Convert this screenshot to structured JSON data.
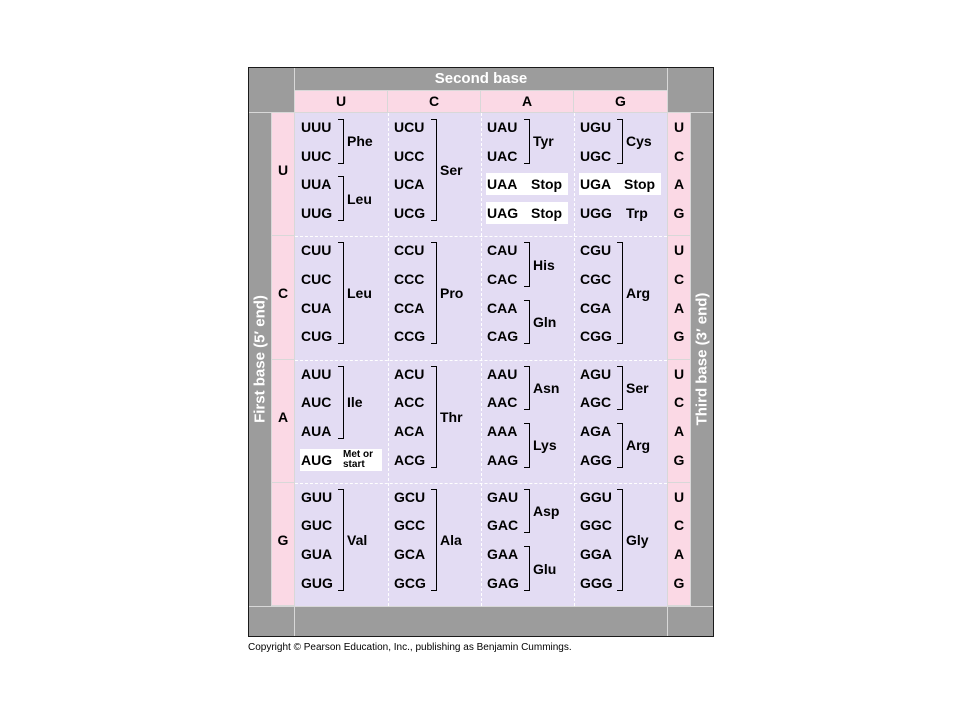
{
  "header": {
    "second_base": "Second base"
  },
  "side": {
    "first_base": "First base  (5′ end)",
    "third_base": "Third base  (3′ end)"
  },
  "columns": [
    "U",
    "C",
    "A",
    "G"
  ],
  "rows": [
    "U",
    "C",
    "A",
    "G"
  ],
  "third_letters": [
    "U",
    "C",
    "A",
    "G"
  ],
  "codons": [
    [
      [
        "UUU",
        "UUC",
        "UUA",
        "UUG"
      ],
      [
        "UCU",
        "UCC",
        "UCA",
        "UCG"
      ],
      [
        "UAU",
        "UAC",
        "UAA",
        "UAG"
      ],
      [
        "UGU",
        "UGC",
        "UGA",
        "UGG"
      ]
    ],
    [
      [
        "CUU",
        "CUC",
        "CUA",
        "CUG"
      ],
      [
        "CCU",
        "CCC",
        "CCA",
        "CCG"
      ],
      [
        "CAU",
        "CAC",
        "CAA",
        "CAG"
      ],
      [
        "CGU",
        "CGC",
        "CGA",
        "CGG"
      ]
    ],
    [
      [
        "AUU",
        "AUC",
        "AUA",
        "AUG"
      ],
      [
        "ACU",
        "ACC",
        "ACA",
        "ACG"
      ],
      [
        "AAU",
        "AAC",
        "AAA",
        "AAG"
      ],
      [
        "AGU",
        "AGC",
        "AGA",
        "AGG"
      ]
    ],
    [
      [
        "GUU",
        "GUC",
        "GUA",
        "GUG"
      ],
      [
        "GCU",
        "GCC",
        "GCA",
        "GCG"
      ],
      [
        "GAU",
        "GAC",
        "GAA",
        "GAG"
      ],
      [
        "GGU",
        "GGC",
        "GGA",
        "GGG"
      ]
    ]
  ],
  "amino_acids": [
    [
      [
        {
          "name": "Phe",
          "start": 0,
          "end": 1
        },
        {
          "name": "Leu",
          "start": 2,
          "end": 3
        }
      ],
      [
        {
          "name": "Ser",
          "start": 0,
          "end": 3
        }
      ],
      [
        {
          "name": "Tyr",
          "start": 0,
          "end": 1
        },
        {
          "name": "Stop",
          "start": 2,
          "end": 2,
          "boxed": true
        },
        {
          "name": "Stop",
          "start": 3,
          "end": 3,
          "boxed": true
        }
      ],
      [
        {
          "name": "Cys",
          "start": 0,
          "end": 1
        },
        {
          "name": "Stop",
          "start": 2,
          "end": 2,
          "boxed": true
        },
        {
          "name": "Trp",
          "start": 3,
          "end": 3
        }
      ]
    ],
    [
      [
        {
          "name": "Leu",
          "start": 0,
          "end": 3
        }
      ],
      [
        {
          "name": "Pro",
          "start": 0,
          "end": 3
        }
      ],
      [
        {
          "name": "His",
          "start": 0,
          "end": 1
        },
        {
          "name": "Gln",
          "start": 2,
          "end": 3
        }
      ],
      [
        {
          "name": "Arg",
          "start": 0,
          "end": 3
        }
      ]
    ],
    [
      [
        {
          "name": "Ile",
          "start": 0,
          "end": 2
        },
        {
          "name": "Met or start",
          "start": 3,
          "end": 3,
          "boxed": true,
          "small": true
        }
      ],
      [
        {
          "name": "Thr",
          "start": 0,
          "end": 3
        }
      ],
      [
        {
          "name": "Asn",
          "start": 0,
          "end": 1
        },
        {
          "name": "Lys",
          "start": 2,
          "end": 3
        }
      ],
      [
        {
          "name": "Ser",
          "start": 0,
          "end": 1
        },
        {
          "name": "Arg",
          "start": 2,
          "end": 3
        }
      ]
    ],
    [
      [
        {
          "name": "Val",
          "start": 0,
          "end": 3
        }
      ],
      [
        {
          "name": "Ala",
          "start": 0,
          "end": 3
        }
      ],
      [
        {
          "name": "Asp",
          "start": 0,
          "end": 1
        },
        {
          "name": "Glu",
          "start": 2,
          "end": 3
        }
      ],
      [
        {
          "name": "Gly",
          "start": 0,
          "end": 3
        }
      ]
    ]
  ],
  "footer": {
    "copyright": "Copyright © Pearson Education, Inc., publishing as Benjamin Cummings."
  },
  "colors": {
    "gray": "#9c9c9c",
    "lavender": "#e3dcf3",
    "pink": "#fbd9e5",
    "border": "#1a1a1a"
  }
}
